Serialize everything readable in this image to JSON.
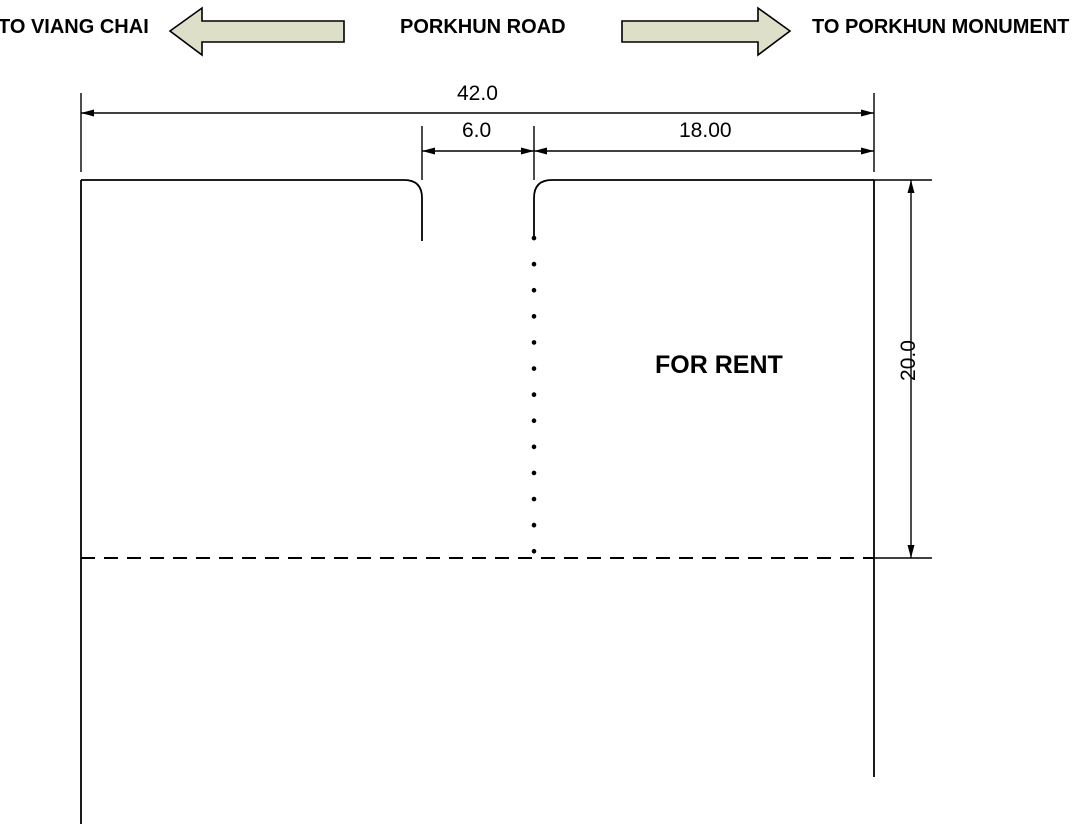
{
  "title": "Land plot for rent site plan",
  "colors": {
    "line": "#000000",
    "arrow_fill": "#DDDFC8",
    "arrow_stroke": "#000000",
    "background": "#FFFFFF"
  },
  "header": {
    "left_label": "TO VIANG CHAI",
    "center_label": "PORKHUN ROAD",
    "right_label": "TO PORKHUN MONUMENT",
    "left_arrow_direction": "left",
    "right_arrow_direction": "right"
  },
  "dimensions": {
    "overall_width": "42.0",
    "left_segment": "6.0",
    "right_segment": "18.00",
    "depth": "20.0"
  },
  "plot": {
    "annotation": "FOR RENT"
  }
}
